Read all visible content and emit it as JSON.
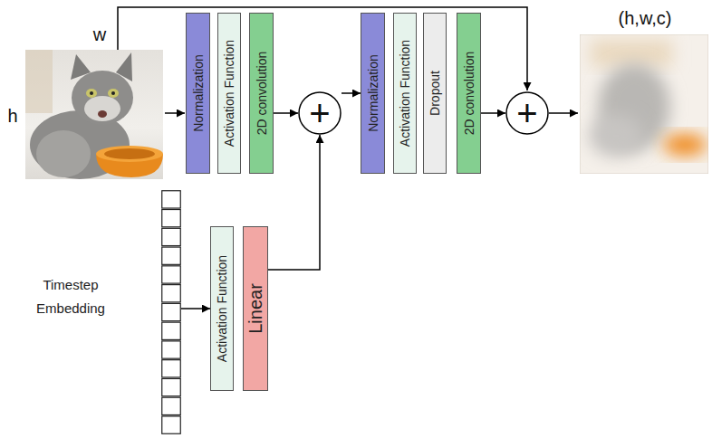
{
  "diagram": {
    "nodes": [
      {
        "text": [
          "Normalization"
        ]
      },
      {
        "text": [
          "Activation Function"
        ]
      },
      {
        "text": [
          "2D convolution"
        ]
      },
      {
        "text": [
          "+"
        ]
      },
      {
        "text": [
          "Normalization"
        ]
      },
      {
        "text": [
          "Activation Function"
        ]
      },
      {
        "text": [
          "Dropout"
        ]
      },
      {
        "text": [
          "2D convolution"
        ]
      },
      {
        "text": [
          "+"
        ]
      },
      {
        "text": [
          "Timestep Embedding"
        ]
      },
      {
        "text": [
          "Activation Function"
        ]
      },
      {
        "text": [
          "Linear"
        ]
      }
    ],
    "edges": [
      {
        "from": 2,
        "to": 3,
        "arrow": "to"
      },
      {
        "from": 3,
        "to": 4,
        "arrow": "to"
      },
      {
        "from": 7,
        "to": 8,
        "arrow": "to"
      },
      {
        "from": 9,
        "to": 10,
        "arrow": "to"
      },
      {
        "from": 11,
        "to": 3,
        "arrow": "to"
      }
    ],
    "labels": [
      "w",
      "h",
      "(h,w,c)"
    ]
  }
}
